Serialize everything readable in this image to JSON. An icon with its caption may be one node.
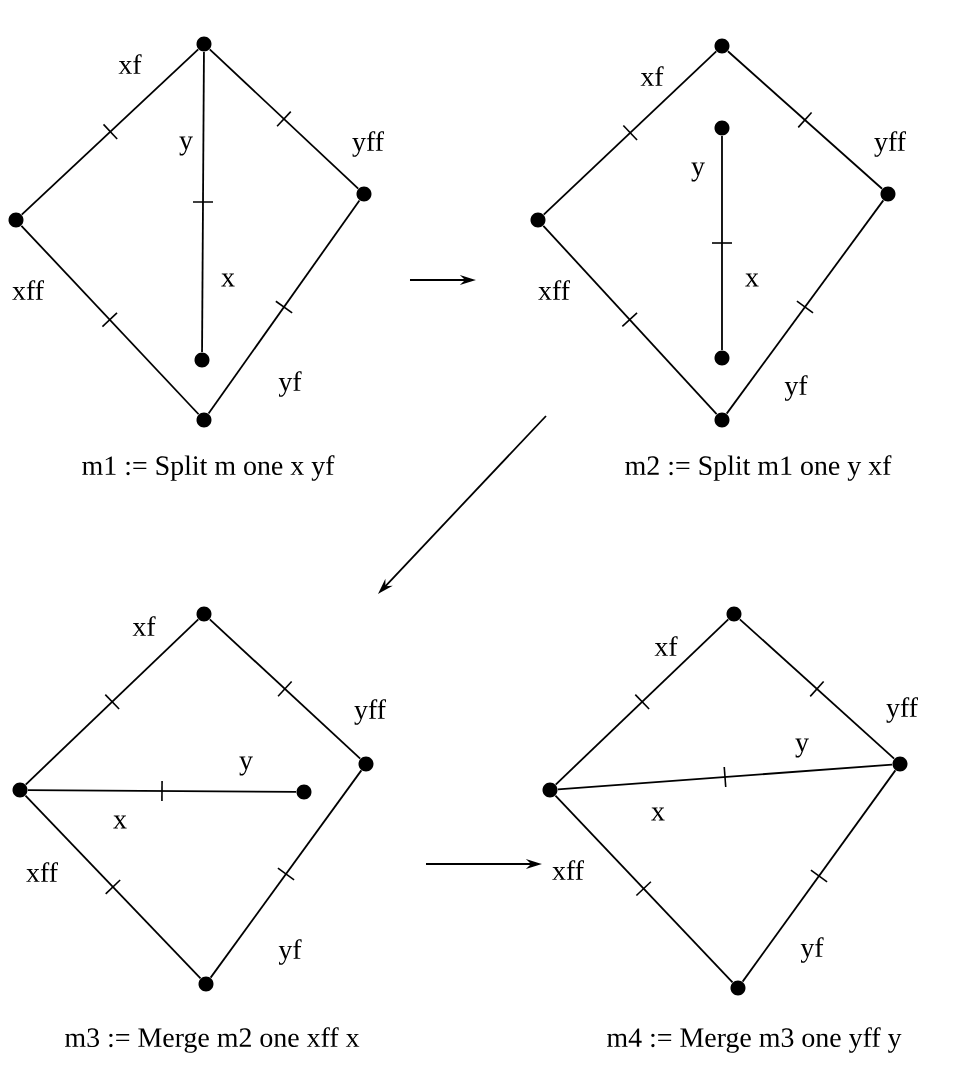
{
  "diagram": {
    "nodes": [
      {
        "text": [],
        "shape": "circle"
      },
      {
        "text": [],
        "shape": "circle"
      },
      {
        "text": [],
        "shape": "circle"
      },
      {
        "text": [],
        "shape": "circle"
      },
      {
        "text": [],
        "shape": "circle"
      },
      {
        "text": [],
        "shape": "circle"
      },
      {
        "text": [],
        "shape": "circle"
      },
      {
        "text": [],
        "shape": "circle"
      },
      {
        "text": [],
        "shape": "circle"
      },
      {
        "text": [],
        "shape": "circle"
      },
      {
        "text": [],
        "shape": "circle"
      },
      {
        "text": [],
        "shape": "circle"
      },
      {
        "text": [],
        "shape": "circle"
      },
      {
        "text": [],
        "shape": "circle"
      },
      {
        "text": [],
        "shape": "circle"
      },
      {
        "text": [],
        "shape": "circle"
      },
      {
        "text": [],
        "shape": "circle"
      },
      {
        "text": [],
        "shape": "circle"
      },
      {
        "text": [],
        "shape": "circle"
      },
      {
        "text": [],
        "shape": "circle"
      }
    ],
    "edges": [
      {
        "from": 0,
        "to": 1,
        "arrow": "none"
      },
      {
        "from": 0,
        "to": 2,
        "arrow": "none"
      },
      {
        "from": 1,
        "to": 3,
        "arrow": "none"
      },
      {
        "from": 2,
        "to": 3,
        "arrow": "none"
      },
      {
        "from": 0,
        "to": 4,
        "arrow": "none"
      },
      {
        "from": 5,
        "to": 7,
        "arrow": "none"
      },
      {
        "from": 5,
        "to": 8,
        "arrow": "none"
      },
      {
        "from": 7,
        "to": 10,
        "arrow": "none"
      },
      {
        "from": 8,
        "to": 10,
        "arrow": "none"
      },
      {
        "from": 6,
        "to": 9,
        "arrow": "none"
      },
      {
        "from": 11,
        "to": 12,
        "arrow": "none"
      },
      {
        "from": 11,
        "to": 13,
        "arrow": "none"
      },
      {
        "from": 12,
        "to": 14,
        "arrow": "none"
      },
      {
        "from": 13,
        "to": 14,
        "arrow": "none"
      },
      {
        "from": 12,
        "to": 15,
        "arrow": "none"
      },
      {
        "from": 16,
        "to": 17,
        "arrow": "none"
      },
      {
        "from": 16,
        "to": 18,
        "arrow": "none"
      },
      {
        "from": 17,
        "to": 19,
        "arrow": "none"
      },
      {
        "from": 18,
        "to": 19,
        "arrow": "none"
      },
      {
        "from": 17,
        "to": 18,
        "arrow": "none"
      }
    ],
    "labels": [
      "xf",
      "y",
      "yff",
      "x",
      "xff",
      "yf",
      "m1 := Split m one x yf",
      "xf",
      "yff",
      "y",
      "x",
      "xff",
      "yf",
      "m2 := Split m1 one y xf",
      "xf",
      "yff",
      "y",
      "x",
      "xff",
      "yf",
      "m3 := Merge m2 one xff x",
      "xf",
      "yff",
      "y",
      "x",
      "xff",
      "yf",
      "m4 := Merge m3 one yff y"
    ]
  }
}
